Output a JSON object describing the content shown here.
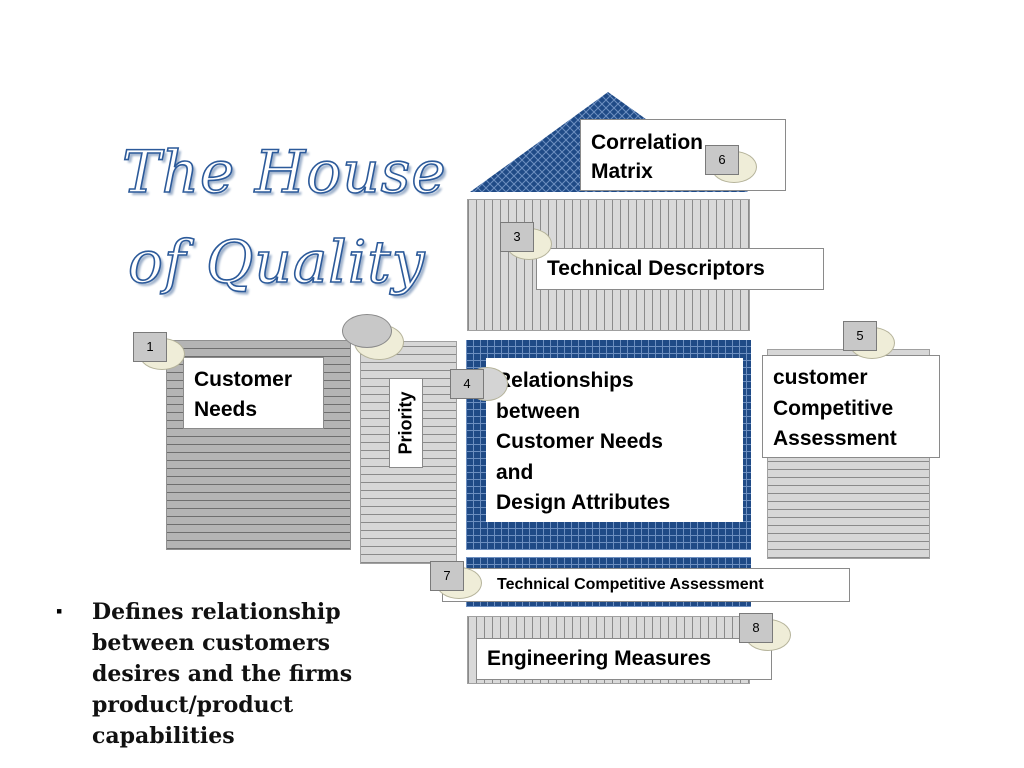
{
  "title": {
    "line1": "The House",
    "line2": "of Quality"
  },
  "labels": {
    "correlation_matrix": [
      "Correlation",
      "Matrix"
    ],
    "technical_descriptors": "Technical Descriptors",
    "customer_needs": [
      "Customer",
      "Needs"
    ],
    "priority": "Priority",
    "relationships": [
      "Relationships",
      "between",
      "Customer Needs",
      "and",
      "Design Attributes"
    ],
    "customer_competitive": [
      "customer",
      "Competitive",
      "Assessment"
    ],
    "technical_competitive": "Technical Competitive Assessment",
    "engineering_measures": "Engineering Measures"
  },
  "badges": [
    "1",
    "3",
    "4",
    "5",
    "6",
    "7",
    "8"
  ],
  "bullet": {
    "marker": "▪",
    "text": "Defines relationship between customers desires and the firms product/product capabilities"
  },
  "colors": {
    "title_outline": "#2c5a9a",
    "blue_fill": "#1f4a86",
    "gray_fill": "#b4b4b4",
    "light_fill": "#d9d9d9"
  }
}
